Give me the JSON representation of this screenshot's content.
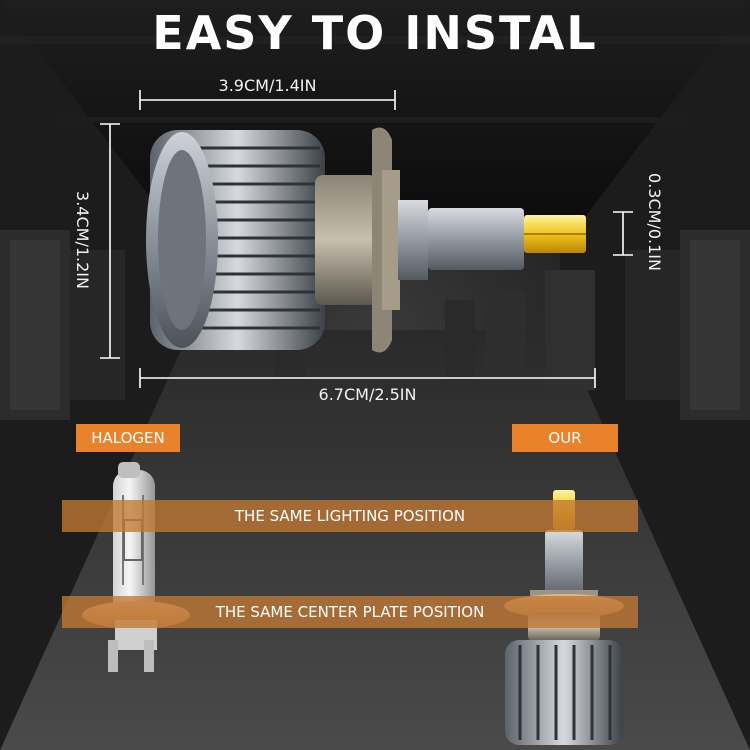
{
  "title": "EASY TO INSTAL",
  "dimensions": {
    "width": "3.9CM/1.4IN",
    "height": "3.4CM/1.2IN",
    "length": "6.7CM/2.5IN",
    "tip": "0.3CM/0.1IN"
  },
  "labels": {
    "halogen": "HALOGEN",
    "ours": "OUR"
  },
  "bands": {
    "lighting": "THE SAME LIGHTING POSITION",
    "plate": "THE SAME CENTER PLATE POSITION"
  },
  "colors": {
    "accent": "#e8832c",
    "band": "#c17834",
    "chip": "#f0c419"
  }
}
